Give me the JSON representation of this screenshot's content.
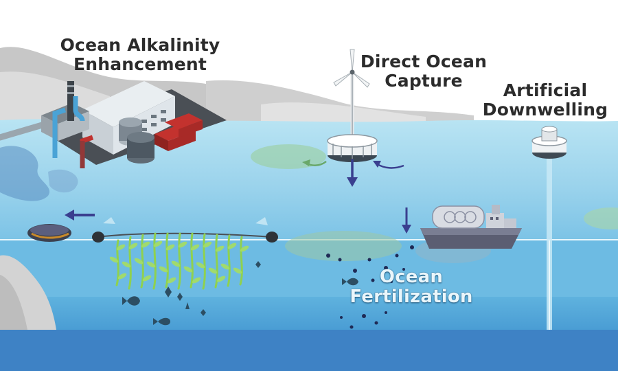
{
  "labels": {
    "alkalinity": [
      "Ocean Alkalinity",
      "Enhancement"
    ],
    "direct_capture": [
      "Direct Ocean",
      "Capture"
    ],
    "downwelling": [
      "Artificial",
      "Downwelling"
    ],
    "fertilization": [
      "Ocean",
      "Fertilization"
    ]
  },
  "colors": {
    "sky": "#ffffff",
    "cloud": "#c9c9c9",
    "sea_upper": "#a9dcef",
    "sea_lower": "#5fb2de",
    "sea_deep": "#3c8dcc",
    "bottom_band": "#3e82c5",
    "arrow": "#3a3f8f",
    "seaweed": "#8fd14f",
    "land": "#cfcfcf"
  },
  "icons": [
    "wind-turbine-icon",
    "factory-icon",
    "ship-icon",
    "buoy-icon",
    "seaweed-icon",
    "fish-icon",
    "arrow-icon"
  ]
}
